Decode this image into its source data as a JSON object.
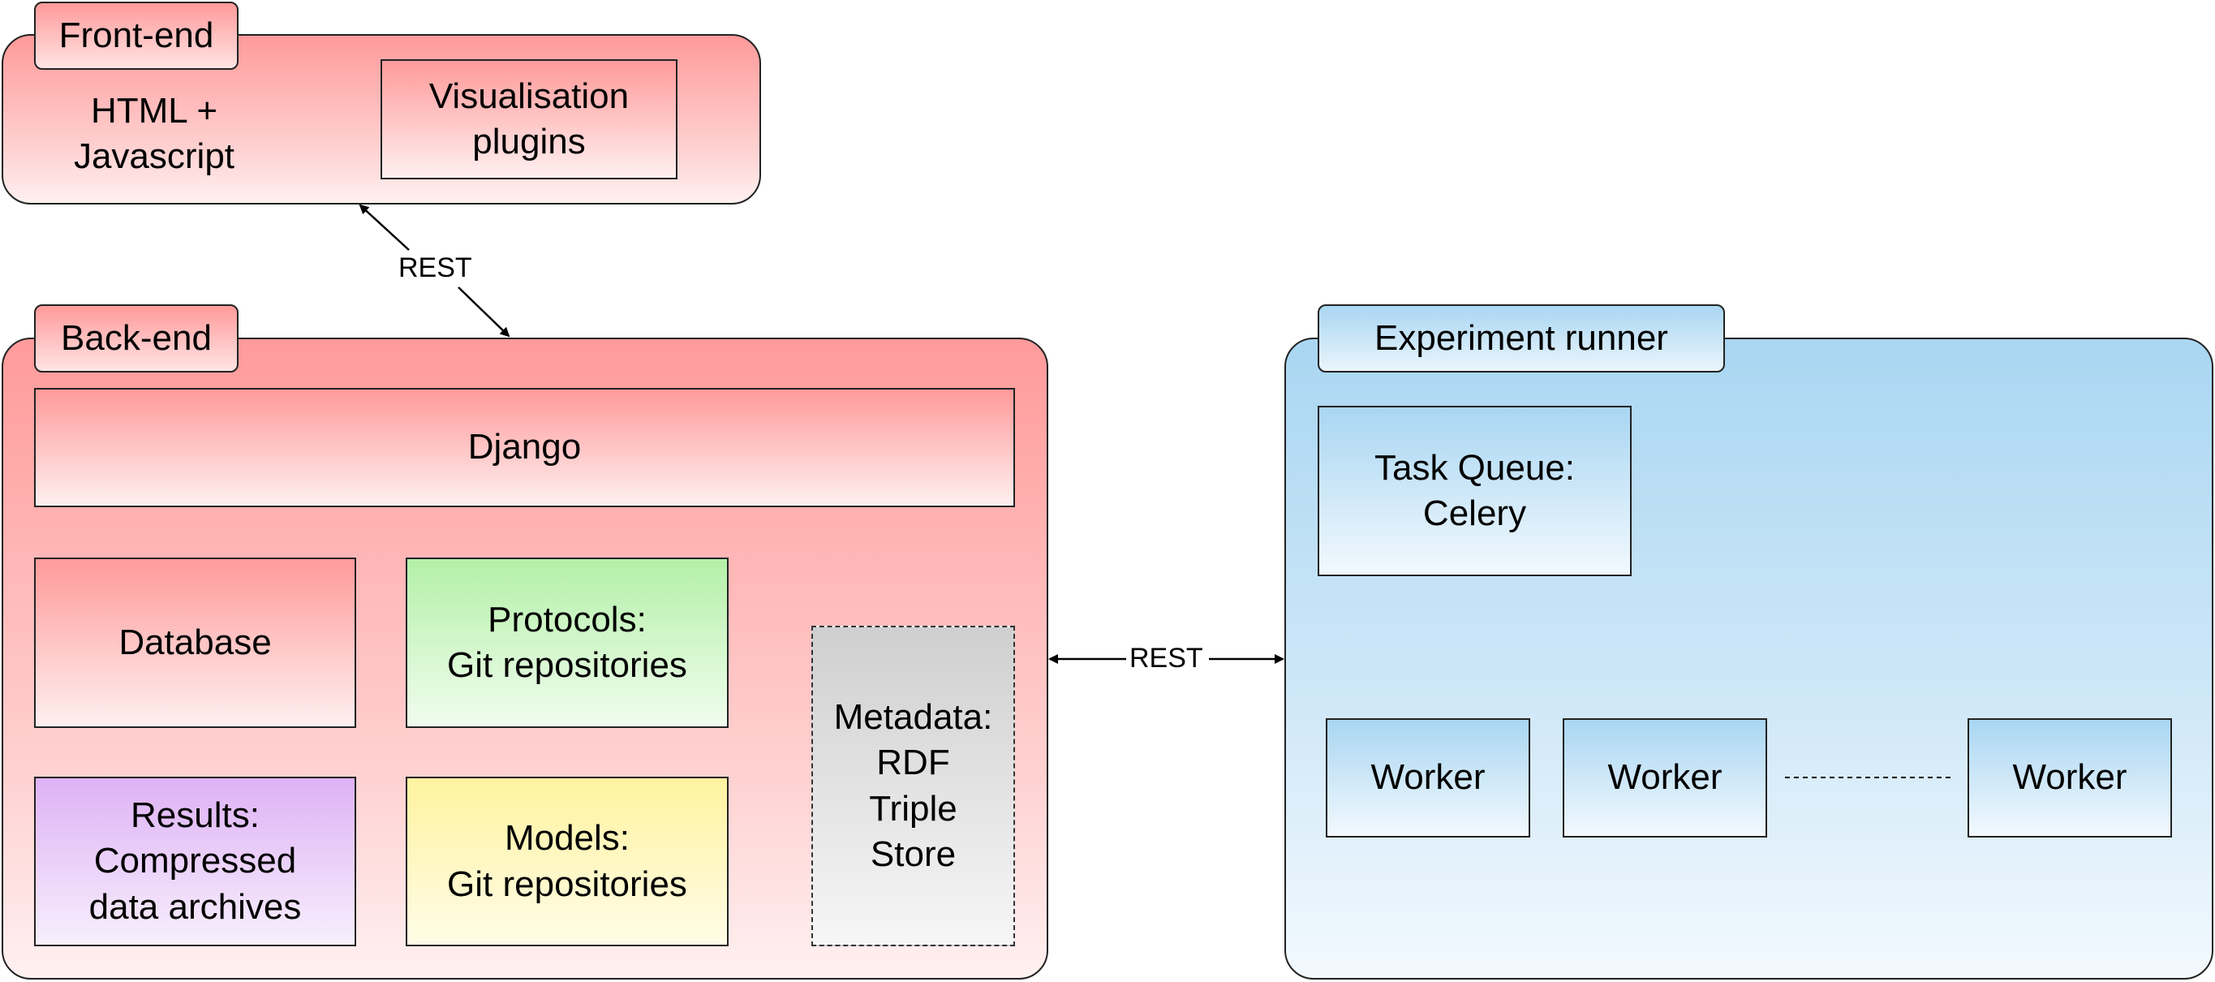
{
  "frontend": {
    "tab_label": "Front-end",
    "html_js_line1": "HTML +",
    "html_js_line2": "Javascript",
    "plugins_line1": "Visualisation",
    "plugins_line2": "plugins"
  },
  "backend": {
    "tab_label": "Back-end",
    "django": "Django",
    "database": "Database",
    "protocols_line1": "Protocols:",
    "protocols_line2": "Git repositories",
    "results_line1": "Results:",
    "results_line2": "Compressed",
    "results_line3": "data archives",
    "models_line1": "Models:",
    "models_line2": "Git repositories",
    "metadata_line1": "Metadata:",
    "metadata_line2": "RDF",
    "metadata_line3": "Triple",
    "metadata_line4": "Store"
  },
  "runner": {
    "tab_label": "Experiment runner",
    "taskqueue_line1": "Task Queue:",
    "taskqueue_line2": "Celery",
    "workers": [
      "Worker",
      "Worker",
      "Worker"
    ]
  },
  "connections": {
    "frontend_backend_label": "REST",
    "backend_runner_label": "REST"
  },
  "colors": {
    "line": "#000000"
  }
}
